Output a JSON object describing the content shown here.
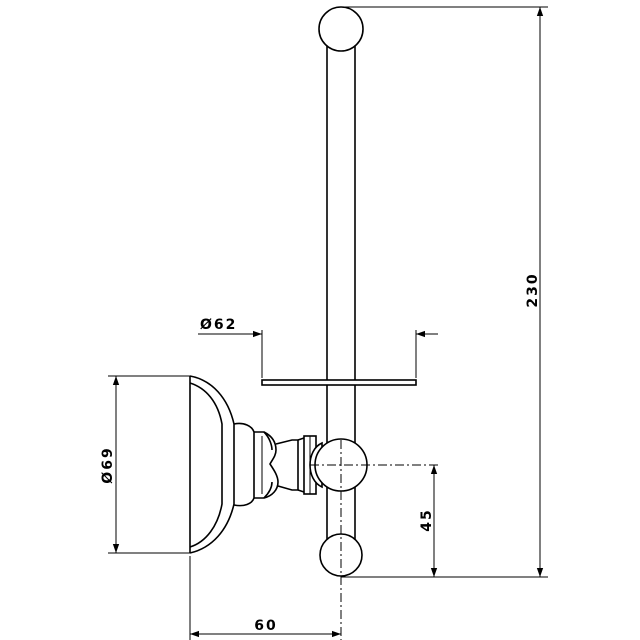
{
  "dimensions": {
    "total_height": "230",
    "base_diameter": "Ø69",
    "roll_diameter": "Ø62",
    "lower_height": "45",
    "depth": "60"
  }
}
